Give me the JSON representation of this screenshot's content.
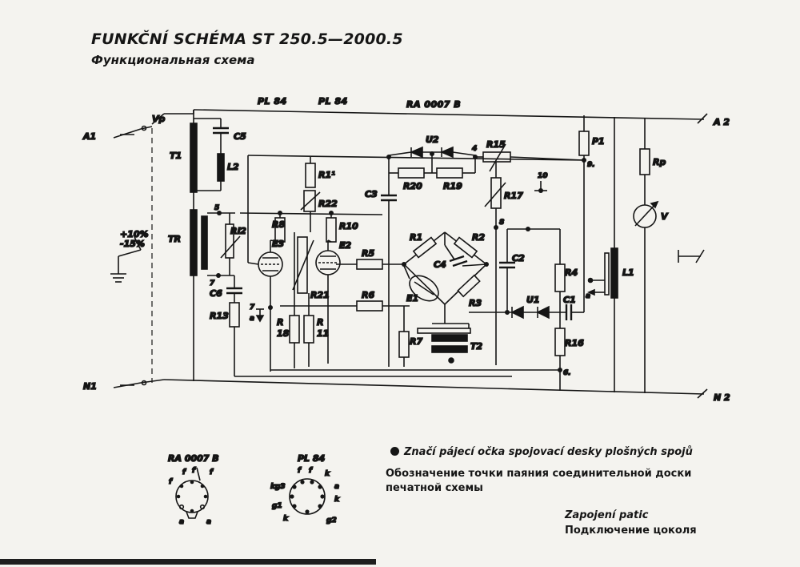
{
  "header": {
    "title": "FUNKČNÍ SCHÉMA ST 250.5—2000.5",
    "subtitle": "Функциональная схема"
  },
  "schematic": {
    "tubes": {
      "pl84_1": "PL 84",
      "pl84_2": "PL 84",
      "ra0007b": "RA 0007 B"
    },
    "terminals": {
      "a1": "A1",
      "n1": "N1",
      "a2": "A 2",
      "n2": "N 2"
    },
    "switch": "Vp",
    "tolerance_plus": "+10%",
    "tolerance_minus": "-15%",
    "components": {
      "t1": "T1",
      "tr": "TR",
      "c5": "C5",
      "l2": "L2",
      "rl2": "Rl2",
      "c6": "C6",
      "r13": "R13",
      "e3": "E3",
      "e2": "E2",
      "r8": "R8",
      "r10": "R10",
      "r11_top": "R1¹",
      "r22": "R22",
      "r21": "R21",
      "r18_top": "R",
      "r18_bottom": "18",
      "r11_r": "R",
      "r11_n": "11",
      "r5": "R5",
      "r6": "R6",
      "c3": "C3",
      "u2": "U2",
      "r20": "R20",
      "r19": "R19",
      "r15": "R15",
      "r17": "R17",
      "r1": "R1",
      "r2": "R2",
      "c4": "C4",
      "r3": "R3",
      "e1": "E1",
      "r7": "R7",
      "t2": "T2",
      "c2": "C2",
      "u1": "U1",
      "c1": "C1",
      "r4": "R4",
      "r16": "R16",
      "p1": "P1",
      "l1": "L1",
      "rp": "Rp",
      "v": "V"
    },
    "points": {
      "p5": "5",
      "p7": "7",
      "p7a": "7",
      "a_left": "a",
      "p4": "4",
      "p10": "10",
      "p8": "8",
      "p9": "9.",
      "p6": "6.",
      "a_right": "a"
    }
  },
  "sockets": {
    "ra": {
      "title": "RA 0007 B",
      "pins": [
        "f",
        "f",
        "f",
        "f",
        "a",
        "a"
      ]
    },
    "pl": {
      "title": "PL 84",
      "pins": [
        "f",
        "f",
        "k",
        "kg3",
        "g1",
        "k",
        "a",
        "k",
        "g2"
      ]
    }
  },
  "notes": {
    "solder_cz": "Značí pájecí očka spojovací desky plošných spojů",
    "solder_ru": "Обозначение точки паяния соединительной доски печатной схемы",
    "socket_cz": "Zapojení patic",
    "socket_ru": "Подключение цоколя"
  }
}
